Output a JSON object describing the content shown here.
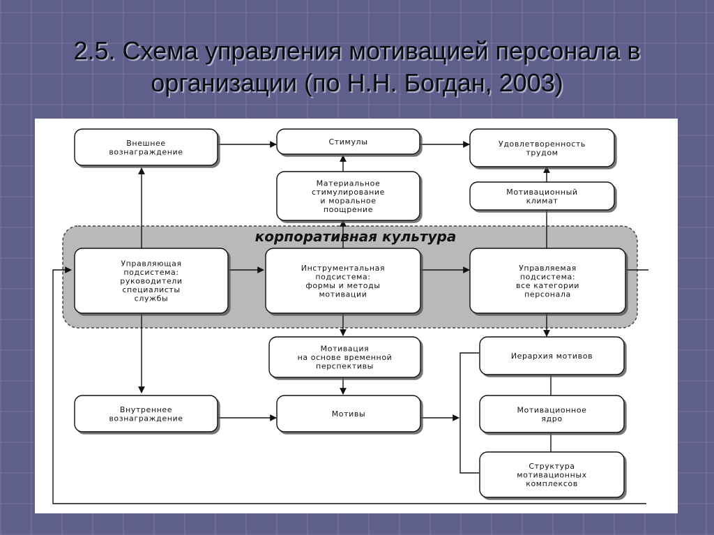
{
  "title": {
    "line1": "2.5. Схема управления мотивацией персонала в",
    "line2": "организации (по Н.Н. Богдан, 2003)"
  },
  "diagram": {
    "band_label": "корпоративная культура",
    "nodes": {
      "external_reward": [
        "Внешнее",
        "вознаграждение"
      ],
      "stimuli": [
        "Стимулы"
      ],
      "satisfaction": [
        "Удовлетворенность",
        "трудом"
      ],
      "material_moral": [
        "Материальное",
        "стимулирование",
        "и моральное",
        "поощрение"
      ],
      "motivational_climate": [
        "Мотивационный",
        "климат"
      ],
      "managing_subsystem": [
        "Управляющая",
        "подсистема:",
        "руководители",
        "специалисты",
        "службы"
      ],
      "instrumental_subsystem": [
        "Инструментальная",
        "подсистема:",
        "формы и методы",
        "мотивации"
      ],
      "managed_subsystem": [
        "Управляемая",
        "подсистема:",
        "все категории",
        "персонала"
      ],
      "time_perspective": [
        "Мотивация",
        "на основе временной",
        "перспективы"
      ],
      "motive_hierarchy": [
        "Иерархия мотивов"
      ],
      "internal_reward": [
        "Внутреннее",
        "вознаграждение"
      ],
      "motives": [
        "Мотивы"
      ],
      "motivational_core": [
        "Мотивационное",
        "ядро"
      ],
      "complex_structure": [
        "Структура",
        "мотивационных",
        "комплексов"
      ]
    }
  }
}
